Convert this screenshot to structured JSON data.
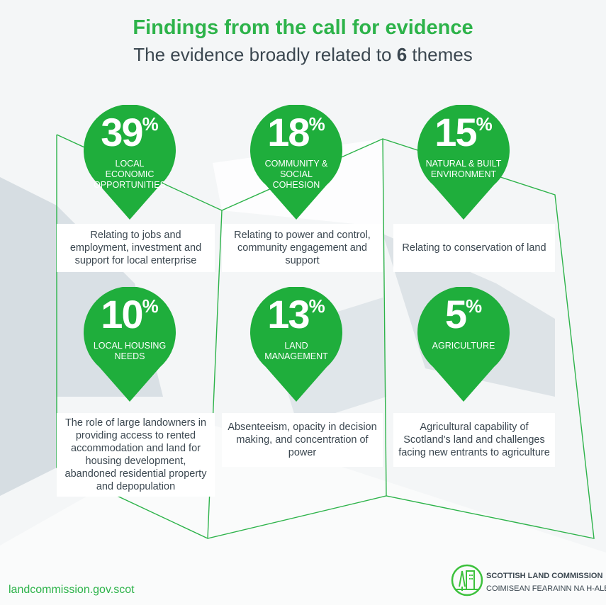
{
  "header": {
    "title": "Findings from the call for evidence",
    "subtitle_pre": "The evidence broadly related to ",
    "subtitle_num": "6",
    "subtitle_post": " themes"
  },
  "accent": "#1fae3c",
  "themes": [
    {
      "percent": "39",
      "sign": "%",
      "label": "LOCAL ECONOMIC OPPORTUNITIES",
      "description": "Relating to jobs and employment, investment and support for local enterprise"
    },
    {
      "percent": "18",
      "sign": "%",
      "label": "COMMUNITY & SOCIAL COHESION",
      "description": "Relating to power and control, community engagement and support"
    },
    {
      "percent": "15",
      "sign": "%",
      "label": "NATURAL & BUILT ENVIRONMENT",
      "description": "Relating to conservation of land"
    },
    {
      "percent": "10",
      "sign": "%",
      "label": "LOCAL HOUSING NEEDS",
      "description": "The role of large landowners in providing access to rented accommodation and land for housing development, abandoned residential property and depopulation"
    },
    {
      "percent": "13",
      "sign": "%",
      "label": "LAND MANAGEMENT",
      "description": "Absenteeism, opacity in decision making, and concentration of power"
    },
    {
      "percent": "5",
      "sign": "%",
      "label": "AGRICULTURE",
      "description": "Agricultural capability of Scotland's land and challenges facing new entrants to agriculture"
    }
  ],
  "footer": {
    "url": "landcommission.gov.scot",
    "org_name": "SCOTTISH LAND COMMISSION",
    "org_name_gaelic": "COIMISEAN FEARAINN NA H-ALBA"
  }
}
